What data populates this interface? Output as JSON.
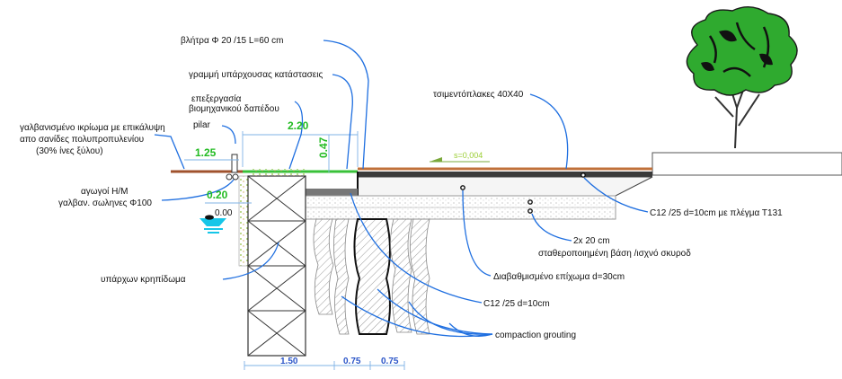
{
  "labels": {
    "dowels": "βλήτρα Φ 20 /15   L=60 cm",
    "existing_line": "γραμμή υπάρχουσας κατάστασεις",
    "treatment_1": "επεξεργασία",
    "treatment_2": "βιομηχανικού δαπέδου",
    "pilar": "pilar",
    "galv_1": "γαλβανισμένο ικρίωμα με επικάλυψη",
    "galv_2": "απο σανίδες πολυπροπυλενίου",
    "galv_3": "(30% ίνες ξύλου)",
    "ducts_1": "αγωγοί Η/Μ",
    "ducts_2": "γαλβαν. σωληνες Φ100",
    "existing_base": "υπάρχων κρηπίδωμα",
    "tiles": "τσιμεντόπλακες 40Χ40",
    "slab_mesh": "C12 /25 d=10cm με πλέγμα Τ131",
    "base_1": "2x 20 cm",
    "base_2": "σταθεροποιημένη βάση /ισχνό σκυροδ",
    "graded_fill": "Διαβαθμισμένο επίχωμα d=30cm",
    "slab": "C12 /25 d=10cm",
    "grouting": "compaction grouting",
    "slope": "s=0,004",
    "level": "0.00"
  },
  "dimensions": {
    "d_220": "2.20",
    "d_125": "1.25",
    "d_047": "0.47",
    "d_020": "0.20",
    "b_150": "1.50",
    "b_075a": "0.75",
    "b_075b": "0.75"
  },
  "colors": {
    "leader": "#1f6fe0",
    "dimension_green": "#22bb22",
    "dimension_blue": "#2b55c8",
    "timber": "#a0522d",
    "water": "#16c6e8"
  }
}
